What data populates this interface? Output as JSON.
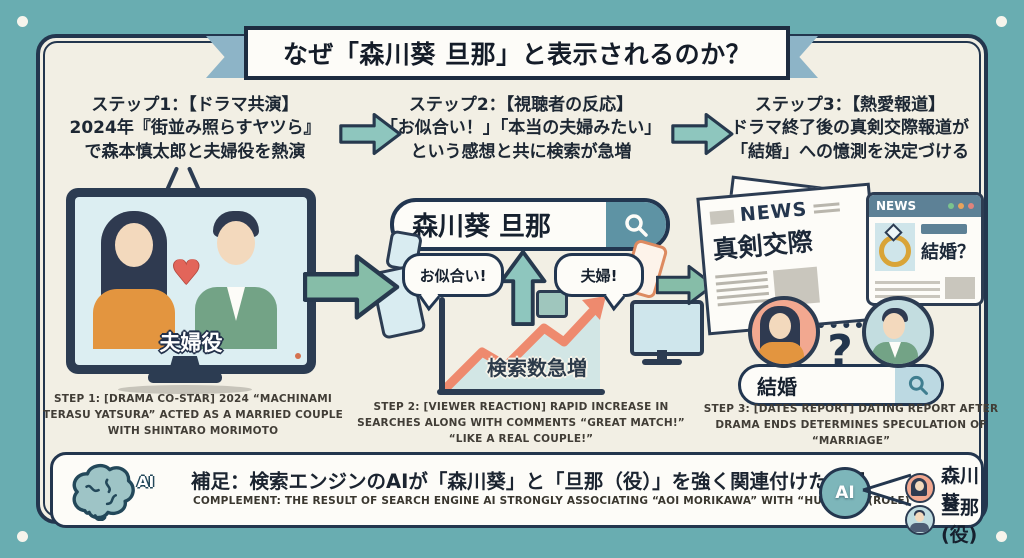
{
  "title": "なぜ「森川葵 旦那」と表示されるのか？",
  "colors": {
    "frame_teal": "#69adb1",
    "panel_cream": "#f2efe4",
    "navy_outline": "#23364e",
    "ribbon_blue": "#8db4c7",
    "arrow_green": "#86bda8",
    "search_button_teal": "#5e93a4",
    "chart_arrow_salmon": "#ee8a6e",
    "heart_red": "#e2655a",
    "news_header_blue": "#5d8196",
    "ring_gold": "#d9a437",
    "avatar_female_bg": "#f2a890",
    "avatar_male_bg": "#bfdce0",
    "ai_node_teal": "#7db6ba"
  },
  "steps": [
    {
      "heading_lines": [
        "ステップ1：【ドラマ共演】",
        "2024年『街並み照らすヤツら』",
        "で森本慎太郎と夫婦役を熱演"
      ],
      "tv_label": "夫婦役",
      "caption": "STEP 1: [DRAMA CO-STAR] 2024 “MACHINAMI TERASU YATSURA” ACTED AS A MARRIED COUPLE WITH SHINTARO MORIMOTO"
    },
    {
      "heading_lines": [
        "ステップ2：【視聴者の反応】",
        "「お似合い！」「本当の夫婦みたい」",
        "という感想と共に検索が急増"
      ],
      "search_query": "森川葵 旦那",
      "bubble_left": "お似合い!",
      "bubble_right": "夫婦!",
      "chart_label": "検索数急増",
      "caption": "STEP 2: [VIEWER REACTION] RAPID INCREASE IN SEARCHES ALONG WITH COMMENTS “GREAT MATCH!” “LIKE A REAL COUPLE!”"
    },
    {
      "heading_lines": [
        "ステップ3：【熱愛報道】",
        "ドラマ終了後の真剣交際報道が",
        "「結婚」への憶測を決定づける"
      ],
      "newspaper": {
        "masthead": "NEWS",
        "headline": "真剣交際"
      },
      "browser": {
        "titlebar": "NEWS",
        "headline": "結婚？"
      },
      "question_mark": "?",
      "search_query": "結婚",
      "caption": "STEP 3: [DATES REPORT] DATING REPORT AFTER DRAMA ENDS DETERMINES SPECULATION OF “MARRIAGE”"
    }
  ],
  "complement": {
    "brain_label": "AI",
    "jp": "補足：検索エンジンのAIが「森川葵」と「旦那（役）」を強く関連付けた結果",
    "en": "COMPLEMENT: THE RESULT OF SEARCH ENGINE AI STRONGLY ASSOCIATING “AOI MORIKAWA” WITH “HUSBAND (ROLE)”",
    "node_label": "AI",
    "entities": [
      {
        "label": "森川葵"
      },
      {
        "label": "旦那(役)"
      }
    ]
  }
}
